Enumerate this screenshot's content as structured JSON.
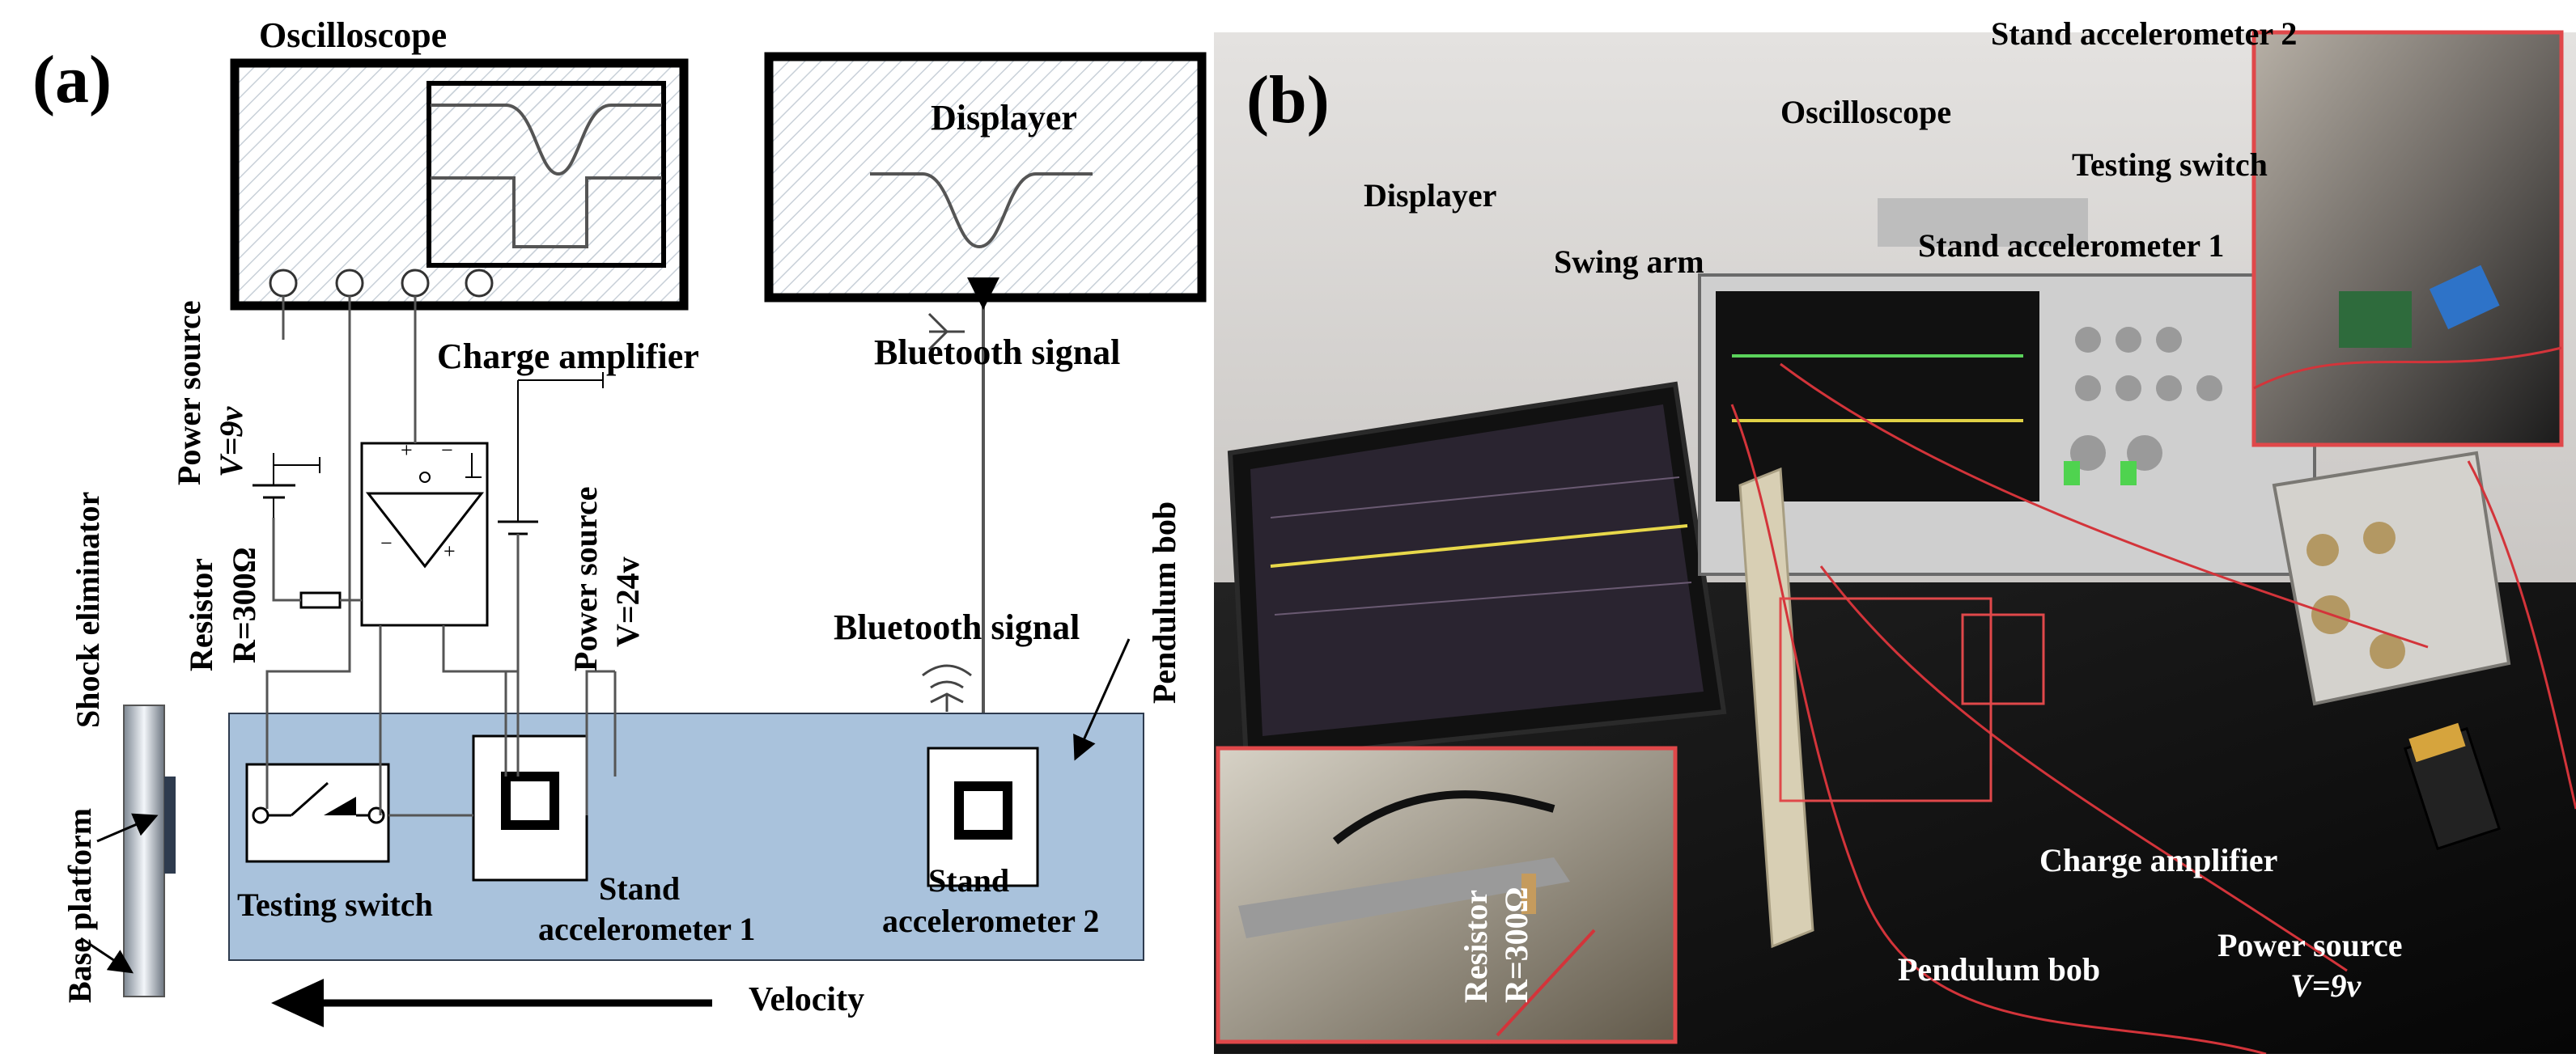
{
  "panel_a": {
    "label": "(a)",
    "oscilloscope_label": "Oscilloscope",
    "displayer_label": "Displayer",
    "bluetooth_signal_top": "Bluetooth signal",
    "bluetooth_signal_mid": "Bluetooth signal",
    "charge_amplifier": "Charge amplifier",
    "power_source_left_title": "Power source",
    "power_source_left_value": "V=9v",
    "power_source_right_title": "Power source",
    "power_source_right_value": "V=24v",
    "resistor_title": "Resistor",
    "resistor_value": "R=300Ω",
    "shock_eliminator": "Shock eliminator",
    "base_platform": "Base platform",
    "pendulum_bob": "Pendulum bob",
    "testing_switch": "Testing switch",
    "stand_acc1_line1": "Stand",
    "stand_acc1_line2": "accelerometer 1",
    "stand_acc2_line1": "Stand",
    "stand_acc2_line2": "accelerometer 2",
    "velocity": "Velocity"
  },
  "panel_b": {
    "label": "(b)",
    "stand_accelerometer_2": "Stand accelerometer 2",
    "oscilloscope": "Oscilloscope",
    "testing_switch": "Testing switch",
    "displayer": "Displayer",
    "swing_arm": "Swing arm",
    "stand_accelerometer_1": "Stand accelerometer 1",
    "resistor_title": "Resistor",
    "resistor_value": "R=300Ω",
    "charge_amplifier": "Charge amplifier",
    "pendulum_bob": "Pendulum bob",
    "power_source_title": "Power source",
    "power_source_value": "V=9v"
  },
  "colors": {
    "pendulum_blue": "#a9c2dc",
    "hatch": "#c8d0d8",
    "inset_border": "#e0484a"
  }
}
